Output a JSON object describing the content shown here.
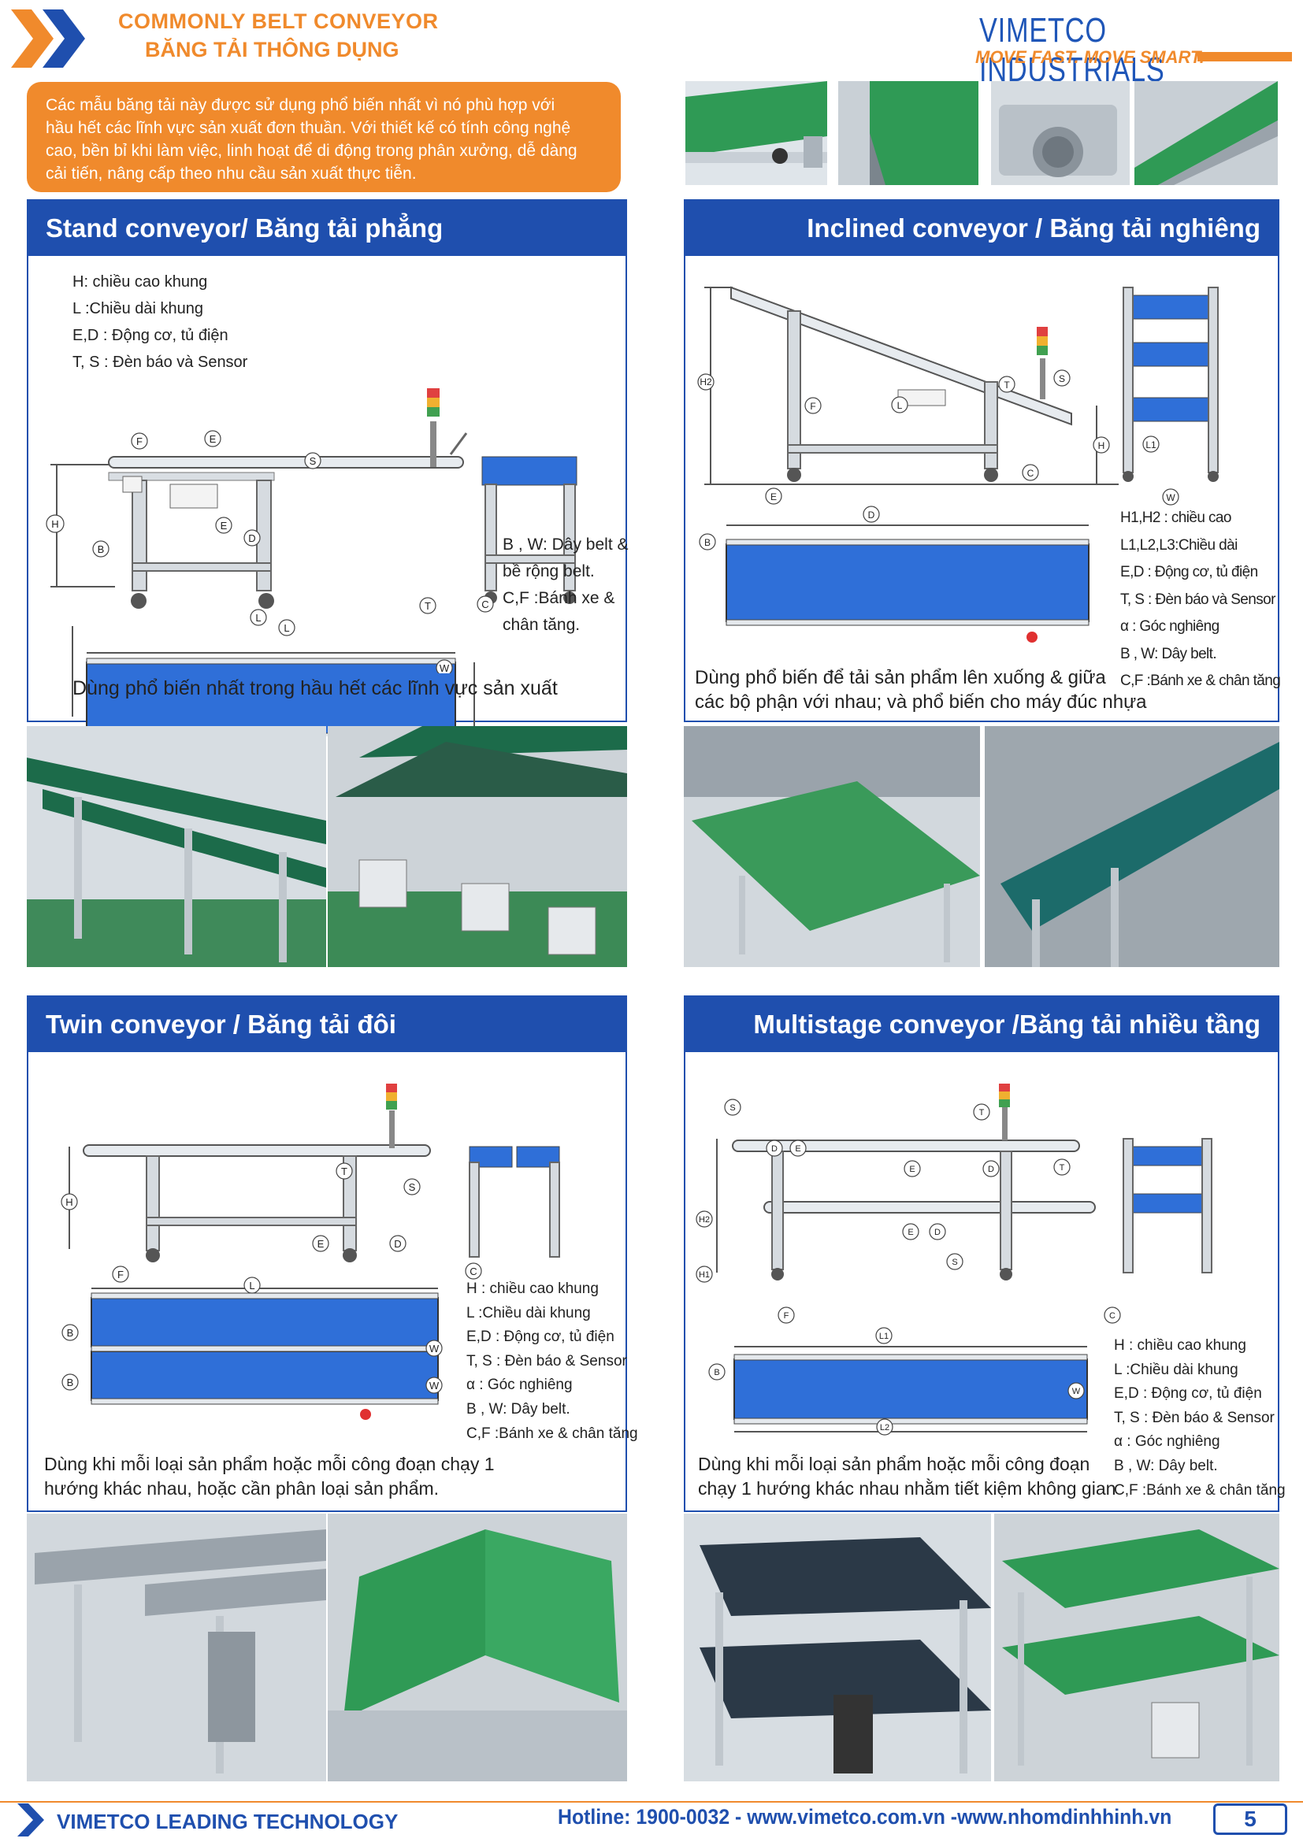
{
  "header": {
    "title_en": "COMMONLY BELT CONVEYOR",
    "title_vi": "BĂNG TẢI THÔNG DỤNG",
    "brand": "VIMETCO INDUSTRIALS",
    "slogan": "MOVE FAST. MOVE SMART."
  },
  "intro": {
    "lines": [
      "Các mẫu băng tải này được sử dụng phổ biến nhất vì nó phù hợp với",
      "hầu hết các lĩnh vực sản xuất đơn thuần. Với thiết kế có tính công nghệ",
      "cao, bền bỉ khi làm việc, linh hoạt để di động trong phân xưởng, dễ dàng",
      "cải tiến, nâng cấp theo nhu cầu sản xuất thực tiễn."
    ]
  },
  "panels": {
    "stand": {
      "title": "Stand conveyor/ Băng tải phẳng",
      "legend_a": [
        "H: chiều cao khung",
        "L :Chiều dài khung",
        "E,D : Động cơ, tủ điện",
        "T, S : Đèn báo và Sensor"
      ],
      "legend_b": [
        "B , W: Dây belt &",
        "bề rộng belt.",
        "C,F :Bánh xe &",
        "chân tăng."
      ],
      "caption": "Dùng phổ biến nhất trong hầu hết các lĩnh vực sản xuất"
    },
    "inclined": {
      "title": "Inclined conveyor / Băng tải nghiêng",
      "legend": [
        "H1,H2 : chiều cao",
        "L1,L2,L3:Chiều dài",
        "E,D : Động cơ, tủ điện",
        "T, S : Đèn báo và Sensor",
        "α : Góc nghiêng",
        "B , W: Dây belt.",
        "C,F :Bánh xe & chân tăng"
      ],
      "caption": [
        "Dùng phổ biến để tải sản phẩm lên xuống & giữa",
        "các bộ phận với nhau; và phổ biến cho máy đúc nhựa"
      ]
    },
    "twin": {
      "title": "Twin conveyor / Băng tải đôi",
      "legend": [
        "H : chiều cao khung",
        "L :Chiều dài khung",
        "E,D : Động cơ, tủ điện",
        "T, S : Đèn báo & Sensor",
        "α : Góc nghiêng",
        "B , W: Dây belt.",
        "C,F :Bánh xe & chân tăng"
      ],
      "caption": [
        "Dùng khi mỗi loại sản phẩm hoặc mỗi công đoạn chạy 1",
        "hướng khác nhau, hoặc cần phân loại sản phẩm."
      ]
    },
    "multistage": {
      "title": "Multistage conveyor /Băng tải nhiều tầng",
      "legend": [
        "H : chiều cao khung",
        "L :Chiều dài khung",
        "E,D : Động cơ, tủ điện",
        "T, S : Đèn báo & Sensor",
        "α : Góc nghiêng",
        "B , W: Dây belt.",
        "C,F :Bánh xe & chân tăng"
      ],
      "caption": [
        "Dùng khi mỗi loại sản phẩm hoặc mỗi công đoạn",
        "chạy 1 hướng khác nhau nhằm tiết kiệm không gian"
      ]
    }
  },
  "diagram_labels": {
    "H": "H",
    "L": "L",
    "E": "E",
    "D": "D",
    "T": "T",
    "S": "S",
    "B": "B",
    "W": "W",
    "C": "C",
    "F": "F",
    "H1": "H1",
    "H2": "H2",
    "L1": "L1",
    "L2": "L2",
    "brand_mark": "VIMETCO"
  },
  "footer": {
    "left": "VIMETCO LEADING TECHNOLOGY",
    "right": "Hotline: 1900-0032 - www.vimetco.com.vn -www.nhomdinhhinh.vn",
    "page": "5"
  },
  "colors": {
    "accent": "#f08a2c",
    "brand": "#1f4fae",
    "belt": "#2f6fd8",
    "belt_green": "#2f9a55"
  }
}
